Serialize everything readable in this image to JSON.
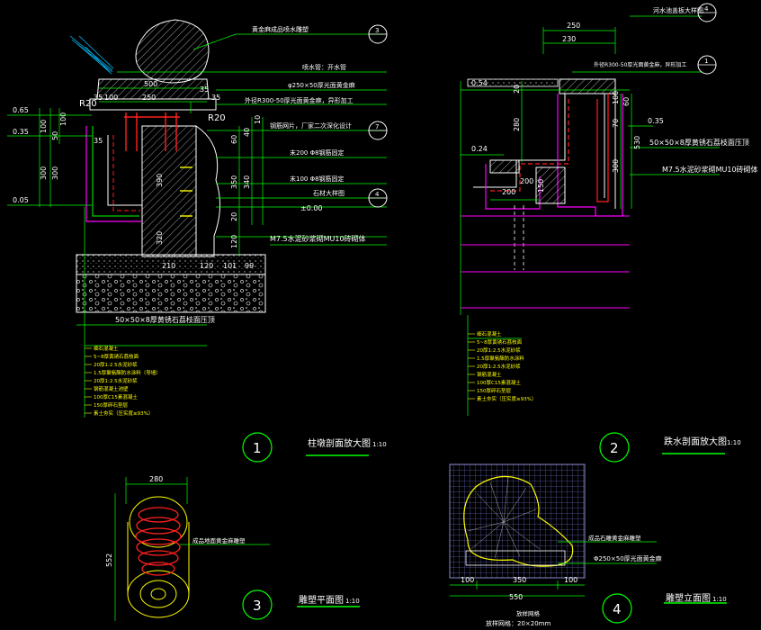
{
  "colors": {
    "bg": "#000000",
    "white": "#ffffff",
    "green": "#00ff00",
    "cyan": "#00ffff",
    "yellow": "#ffff00",
    "red": "#ff2020",
    "magenta": "#ff00ff",
    "gray": "#9a9a9a"
  },
  "detail1": {
    "elev_065": "0.65",
    "elev_035": "0.35",
    "elev_005": "0.05",
    "dim_500": "500",
    "dim_250": "250",
    "dim_100": "100",
    "dim_35a": "35",
    "dim_35b": "35",
    "dim_35c": "35",
    "r20a": "R20",
    "r20b": "R20",
    "dim_300a": "300",
    "dim_300b": "300",
    "dim_100v": "100",
    "dim_50v": "50",
    "dim_100v2": "100",
    "dim_390": "390",
    "dim_320": "320",
    "dim_350": "350",
    "dim_340": "340",
    "dim_60": "60",
    "dim_40": "40",
    "dim_10": "10",
    "dim_20": "20",
    "dim_120v": "120",
    "dim_210": "210",
    "dim_120": "120",
    "dim_101": "101",
    "dim_99": "99",
    "zero": "±0.00",
    "callout_top_num": "3",
    "callout_top_sub": "—",
    "callout_mid_num": "7",
    "callout_mid_sub": "—",
    "callout_low_num": "4",
    "callout_low_sub": "—",
    "labels": [
      "黄金麻成品喷水雕塑",
      "喷水管：开水管",
      "φ250×50厚光面黄金麻",
      "外径R300-50厚光面黄金麻，异形加工",
      "钢筋网片，厂家二次深化设计",
      "末200 Φ8钢筋固定",
      "末100 Φ8钢筋固定",
      "石材大样图",
      "M7.5水泥砂浆砌MU10砖砌体",
      "50×50×8厚黄锈石荔枝面压顶"
    ],
    "layers": [
      "细石混凝土",
      "5~8厚黄锈石荔枝面",
      "20厚1:2.5水泥砂浆",
      "1.5厚聚氨酯防水涂料（导墙）",
      "20厚1:2.5水泥砂浆",
      "钢筋混凝土池壁",
      "100厚C15素混凝土",
      "150厚碎石垫层",
      "素土夯实（压实度≥93%）"
    ],
    "title": "柱墩剖面放大图",
    "scale": "1:10",
    "number": "1"
  },
  "detail2": {
    "callout_top_num": "4",
    "callout_top_sub": "—",
    "callout_mid_num": "1",
    "callout_mid_sub": "—",
    "top_label": "河水池盖板大样图",
    "mid_label": "外径R300-50厚光面黄金麻，异形加工",
    "dim_250": "250",
    "dim_230": "230",
    "elev_054": "0.54",
    "elev_035": "0.35",
    "elev_024": "0.24",
    "dim_20": "20",
    "dim_280": "280",
    "dim_100": "100",
    "dim_70": "70",
    "dim_60": "60",
    "dim_530": "530",
    "dim_300": "300",
    "dim_200a": "200",
    "dim_200b": "200",
    "dim_150": "150",
    "label_right1": "50×50×8厚黄锈石荔枝面压顶",
    "label_right2": "M7.5水泥砂浆砌MU10砖砌体",
    "layers": [
      "细石混凝土",
      "5~8厚黄锈石荔枝面",
      "20厚1:2.5水泥砂浆",
      "1.5厚聚氨酯防水涂料",
      "20厚1:2.5水泥砂浆",
      "钢筋混凝土",
      "100厚C15素混凝土",
      "150厚碎石垫层",
      "素土夯实（压实度≥93%）"
    ],
    "title": "跌水剖面放大图",
    "scale": "1:10",
    "number": "2"
  },
  "detail3": {
    "dim_280": "280",
    "dim_552": "552",
    "label": "成品地面黄金麻雕塑",
    "title": "雕塑平面图",
    "scale": "1:10",
    "number": "3"
  },
  "detail4": {
    "label1": "成品石雕黄金麻雕塑",
    "label2": "Φ250×50厚光面黄金麻",
    "dim_100": "100",
    "dim_350": "350",
    "dim_100b": "100",
    "dim_550": "550",
    "grid_note": "放样网格",
    "grid_size": "放样网格：20×20mm",
    "title": "雕塑立面图",
    "scale": "1:10",
    "number": "4"
  }
}
